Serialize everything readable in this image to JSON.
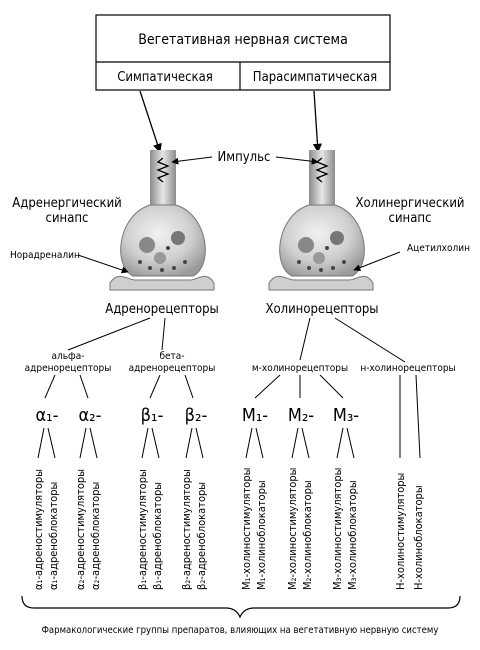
{
  "header": {
    "title": "Вегетативная нервная система",
    "left": "Симпатическая",
    "right": "Парасимпатическая"
  },
  "synapses": {
    "impulse": "Импульс",
    "left_title_1": "Адренергический",
    "left_title_2": "синапс",
    "right_title_1": "Холинергический",
    "right_title_2": "синапс",
    "left_mediator": "Норадреналин",
    "right_mediator": "Ацетилхолин"
  },
  "receptors": {
    "left": "Адренорецепторы",
    "right": "Холинорецепторы"
  },
  "subgroups": {
    "alpha_1": "альфа-",
    "alpha_2": "адренорецепторы",
    "beta_1": "бета-",
    "beta_2": "адренорецепторы",
    "m": "м-холинорецепторы",
    "n": "н-холинорецепторы"
  },
  "subtypes": [
    "α₁-",
    "α₂-",
    "β₁-",
    "β₂-",
    "M₁-",
    "M₂-",
    "M₃-"
  ],
  "drug_columns": [
    [
      "α₁-адреностимуляторы",
      "α₁-адреноблокаторы"
    ],
    [
      "α₂-адреностимуляторы",
      "α₂-адреноблокаторы"
    ],
    [
      "β₁-адреностимуляторы",
      "β₁-адреноблокаторы"
    ],
    [
      "β₂-адреностимуляторы",
      "β₂-адреноблокаторы"
    ],
    [
      "M₁-холиностимуляторы",
      "M₁-холиноблокаторы"
    ],
    [
      "M₂-холиностимуляторы",
      "M₂-холиноблокаторы"
    ],
    [
      "M₃-холиностимуляторы",
      "M₃-холиноблокаторы"
    ],
    [
      "Н-холиностимуляторы",
      "Н-холиноблокаторы"
    ]
  ],
  "footer": "Фармакологические группы препаратов, влияющих на вегетативную нервную систему"
}
